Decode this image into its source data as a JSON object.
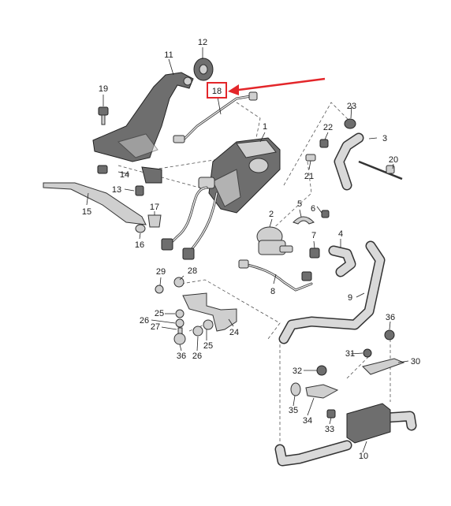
{
  "diagram": {
    "highlight": {
      "label": "18",
      "color": "#e3262a"
    },
    "callouts": [
      {
        "id": "c1",
        "text": "1"
      },
      {
        "id": "c2",
        "text": "2"
      },
      {
        "id": "c3",
        "text": "3"
      },
      {
        "id": "c4",
        "text": "4"
      },
      {
        "id": "c5",
        "text": "5"
      },
      {
        "id": "c6",
        "text": "6"
      },
      {
        "id": "c7",
        "text": "7"
      },
      {
        "id": "c8",
        "text": "8"
      },
      {
        "id": "c9",
        "text": "9"
      },
      {
        "id": "c10",
        "text": "10"
      },
      {
        "id": "c11",
        "text": "11"
      },
      {
        "id": "c12",
        "text": "12"
      },
      {
        "id": "c13",
        "text": "13"
      },
      {
        "id": "c14",
        "text": "14"
      },
      {
        "id": "c15",
        "text": "15"
      },
      {
        "id": "c16",
        "text": "16"
      },
      {
        "id": "c17",
        "text": "17"
      },
      {
        "id": "c19",
        "text": "19"
      },
      {
        "id": "c20",
        "text": "20"
      },
      {
        "id": "c21",
        "text": "21"
      },
      {
        "id": "c22",
        "text": "22"
      },
      {
        "id": "c23",
        "text": "23"
      },
      {
        "id": "c24",
        "text": "24"
      },
      {
        "id": "c25a",
        "text": "25"
      },
      {
        "id": "c25b",
        "text": "25"
      },
      {
        "id": "c26a",
        "text": "26"
      },
      {
        "id": "c26b",
        "text": "26"
      },
      {
        "id": "c27",
        "text": "27"
      },
      {
        "id": "c28",
        "text": "28"
      },
      {
        "id": "c29",
        "text": "29"
      },
      {
        "id": "c30",
        "text": "30"
      },
      {
        "id": "c31",
        "text": "31"
      },
      {
        "id": "c32",
        "text": "32"
      },
      {
        "id": "c33",
        "text": "33"
      },
      {
        "id": "c34",
        "text": "34"
      },
      {
        "id": "c35",
        "text": "35"
      },
      {
        "id": "c36a",
        "text": "36"
      },
      {
        "id": "c36b",
        "text": "36"
      }
    ]
  }
}
